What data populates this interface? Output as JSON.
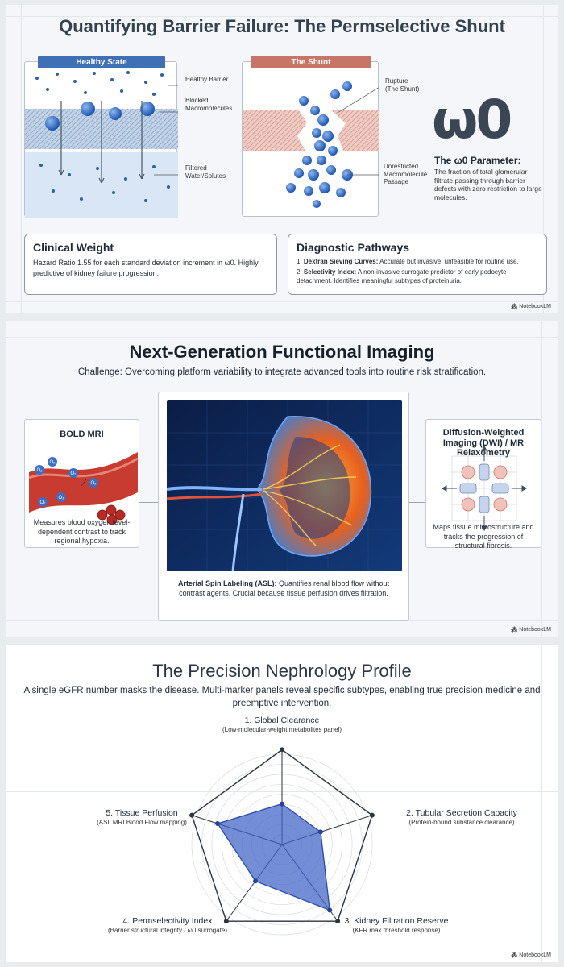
{
  "slide1": {
    "title": "Quantifying Barrier Failure: The Permselective Shunt",
    "healthy_tag": "Healthy State",
    "shunt_tag": "The Shunt",
    "healthy_callouts": [
      "Healthy Barrier",
      "Blocked\nMacromolecules",
      "Filtered\nWater/Solutes"
    ],
    "shunt_callouts": [
      "Rupture\n(The Shunt)",
      "Unrestricted\nMacromolecule\nPassage"
    ],
    "omega_symbol": "ω0",
    "omega_heading": "The ω0 Parameter:",
    "omega_desc": "The fraction of total glomerular filtrate passing through barrier defects with zero restriction to large molecules.",
    "clinical": {
      "title": "Clinical Weight",
      "text": "Hazard Ratio 1.55 for each standard deviation increment in ω0. Highly predictive of kidney failure progression."
    },
    "diagnostic": {
      "title": "Diagnostic Pathways",
      "items": [
        {
          "num": "1.",
          "bold": "Dextran Sieving Curves:",
          "text": " Accurate but invasive; unfeasible for routine use."
        },
        {
          "num": "2.",
          "bold": "Selectivity Index:",
          "text": " A non-invasive surrogate predictor of early podocyte detachment. Identifies meaningful subtypes of proteinuria."
        }
      ]
    }
  },
  "slide2": {
    "title": "Next-Generation Functional Imaging",
    "subtitle": "Challenge: Overcoming platform variability to integrate advanced tools into routine risk stratification.",
    "bold_mri": {
      "title": "BOLD MRI",
      "desc": "Measures blood oxygen level-dependent contrast to track regional hypoxia.",
      "o2_label": "O₂"
    },
    "dwi": {
      "title": "Diffusion-Weighted Imaging (DWI) / MR Relaxometry",
      "desc": "Maps tissue microstructure and tracks the progression of structural fibrosis."
    },
    "asl": {
      "bold": "Arterial Spin Labeling (ASL):",
      "text": " Quantifies renal blood flow without contrast agents. Crucial because tissue perfusion drives filtration."
    }
  },
  "slide3": {
    "title": "The Precision Nephrology Profile",
    "subtitle": "A single eGFR number masks the disease. Multi-marker panels reveal specific subtypes, enabling true precision medicine and preemptive intervention."
  },
  "brand": "NotebookLM",
  "chart_data": {
    "type": "radar",
    "axes": [
      {
        "label": "1. Global Clearance",
        "sub": "(Low-molecular-weight metabolites panel)"
      },
      {
        "label": "2. Tubular Secretion Capacity",
        "sub": "(Protein-bound substance clearance)"
      },
      {
        "label": "3. Kidney Filtration Reserve",
        "sub": "(KFR max threshold response)"
      },
      {
        "label": "4. Permselectivity Index",
        "sub": "(Barrier structural integrity / ω0 surrogate)"
      },
      {
        "label": "5. Tissue Perfusion",
        "sub": "(ASL MRI Blood Flow mapping)"
      }
    ],
    "values": [
      0.45,
      0.45,
      0.9,
      0.5,
      0.75
    ],
    "rmax": 1,
    "rings": 9,
    "fill_color": "#3f62c6",
    "line_color": "#2b4aa8"
  }
}
